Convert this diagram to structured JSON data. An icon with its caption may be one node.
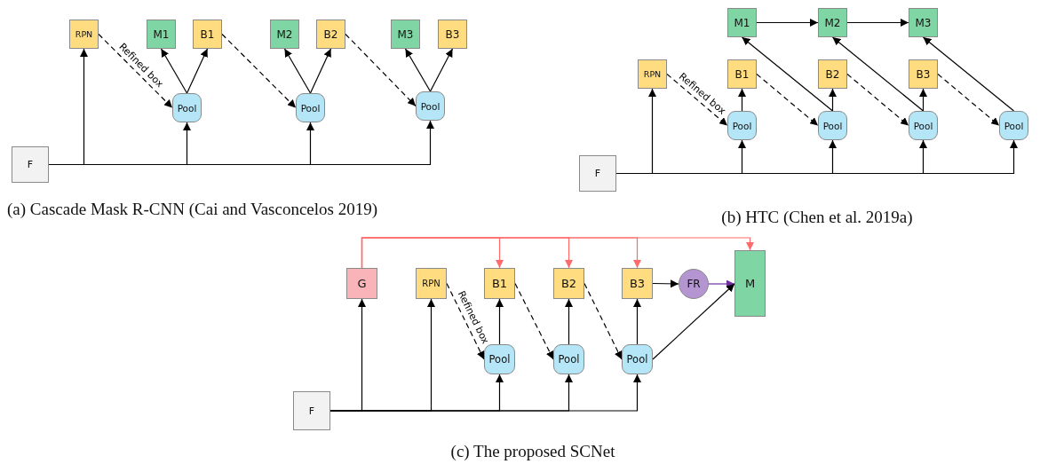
{
  "diagram": {
    "nodes": [
      {
        "text": [
          "RPN"
        ]
      },
      {
        "text": [
          "M1"
        ]
      },
      {
        "text": [
          "B1"
        ]
      },
      {
        "text": [
          "M2"
        ]
      },
      {
        "text": [
          "B2"
        ]
      },
      {
        "text": [
          "M3"
        ]
      },
      {
        "text": [
          "B3"
        ]
      },
      {
        "text": [
          "Pool"
        ]
      },
      {
        "text": [
          "Pool"
        ]
      },
      {
        "text": [
          "Pool"
        ]
      },
      {
        "text": [
          "F"
        ]
      },
      {
        "text": [
          "M1"
        ]
      },
      {
        "text": [
          "M2"
        ]
      },
      {
        "text": [
          "M3"
        ]
      },
      {
        "text": [
          "RPN"
        ]
      },
      {
        "text": [
          "B1"
        ]
      },
      {
        "text": [
          "B2"
        ]
      },
      {
        "text": [
          "B3"
        ]
      },
      {
        "text": [
          "Pool"
        ]
      },
      {
        "text": [
          "Pool"
        ]
      },
      {
        "text": [
          "Pool"
        ]
      },
      {
        "text": [
          "Pool"
        ]
      },
      {
        "text": [
          "F"
        ]
      },
      {
        "text": [
          "G"
        ]
      },
      {
        "text": [
          "RPN"
        ]
      },
      {
        "text": [
          "B1"
        ]
      },
      {
        "text": [
          "B2"
        ]
      },
      {
        "text": [
          "B3"
        ]
      },
      {
        "text": [
          "FR"
        ]
      },
      {
        "text": [
          "M"
        ]
      },
      {
        "text": [
          "Pool"
        ]
      },
      {
        "text": [
          "Pool"
        ]
      },
      {
        "text": [
          "Pool"
        ]
      },
      {
        "text": [
          "F"
        ]
      }
    ],
    "edges": [
      {
        "from": 10,
        "to": 0,
        "arrow": "to"
      },
      {
        "from": 10,
        "to": 7,
        "arrow": "to"
      },
      {
        "from": 10,
        "to": 8,
        "arrow": "to"
      },
      {
        "from": 10,
        "to": 9,
        "arrow": "to"
      },
      {
        "from": 0,
        "to": 7,
        "arrow": "to",
        "style": "dashed",
        "label": "Refined box"
      },
      {
        "from": 7,
        "to": 1,
        "arrow": "to"
      },
      {
        "from": 7,
        "to": 2,
        "arrow": "to"
      },
      {
        "from": 2,
        "to": 8,
        "arrow": "to",
        "style": "dashed"
      },
      {
        "from": 8,
        "to": 3,
        "arrow": "to"
      },
      {
        "from": 8,
        "to": 4,
        "arrow": "to"
      },
      {
        "from": 4,
        "to": 9,
        "arrow": "to",
        "style": "dashed"
      },
      {
        "from": 9,
        "to": 5,
        "arrow": "to"
      },
      {
        "from": 9,
        "to": 6,
        "arrow": "to"
      },
      {
        "from": 22,
        "to": 14,
        "arrow": "to"
      },
      {
        "from": 22,
        "to": 18,
        "arrow": "to"
      },
      {
        "from": 22,
        "to": 19,
        "arrow": "to"
      },
      {
        "from": 22,
        "to": 20,
        "arrow": "to"
      },
      {
        "from": 22,
        "to": 21,
        "arrow": "to"
      },
      {
        "from": 14,
        "to": 18,
        "arrow": "to",
        "style": "dashed",
        "label": "Refined box"
      },
      {
        "from": 18,
        "to": 15,
        "arrow": "to"
      },
      {
        "from": 15,
        "to": 19,
        "arrow": "to",
        "style": "dashed"
      },
      {
        "from": 19,
        "to": 11,
        "arrow": "to"
      },
      {
        "from": 19,
        "to": 16,
        "arrow": "to"
      },
      {
        "from": 16,
        "to": 20,
        "arrow": "to",
        "style": "dashed"
      },
      {
        "from": 20,
        "to": 12,
        "arrow": "to"
      },
      {
        "from": 20,
        "to": 17,
        "arrow": "to"
      },
      {
        "from": 17,
        "to": 21,
        "arrow": "to",
        "style": "dashed"
      },
      {
        "from": 21,
        "to": 13,
        "arrow": "to"
      },
      {
        "from": 11,
        "to": 12,
        "arrow": "to"
      },
      {
        "from": 12,
        "to": 13,
        "arrow": "to"
      },
      {
        "from": 33,
        "to": 23,
        "arrow": "to"
      },
      {
        "from": 33,
        "to": 24,
        "arrow": "to"
      },
      {
        "from": 33,
        "to": 30,
        "arrow": "to"
      },
      {
        "from": 33,
        "to": 31,
        "arrow": "to"
      },
      {
        "from": 33,
        "to": 32,
        "arrow": "to"
      },
      {
        "from": 24,
        "to": 30,
        "arrow": "to",
        "style": "dashed",
        "label": "Refined box"
      },
      {
        "from": 30,
        "to": 25,
        "arrow": "to"
      },
      {
        "from": 25,
        "to": 31,
        "arrow": "to",
        "style": "dashed"
      },
      {
        "from": 31,
        "to": 26,
        "arrow": "to"
      },
      {
        "from": 26,
        "to": 32,
        "arrow": "to",
        "style": "dashed"
      },
      {
        "from": 32,
        "to": 27,
        "arrow": "to"
      },
      {
        "from": 27,
        "to": 28,
        "arrow": "to"
      },
      {
        "from": 28,
        "to": 29,
        "arrow": "to",
        "color": "#7030a0"
      },
      {
        "from": 32,
        "to": 29,
        "arrow": "to"
      },
      {
        "from": 23,
        "to": 25,
        "arrow": "to",
        "color": "#ff6b6b"
      },
      {
        "from": 23,
        "to": 26,
        "arrow": "to",
        "color": "#ff6b6b"
      },
      {
        "from": 23,
        "to": 27,
        "arrow": "to",
        "color": "#ff6b6b"
      },
      {
        "from": 23,
        "to": 29,
        "arrow": "to",
        "color": "#ff6b6b"
      }
    ],
    "labels": [
      "(a) Cascade Mask R-CNN (Cai and Vasconcelos 2019)",
      "(b) HTC (Chen et al. 2019a)",
      "(c) The proposed SCNet"
    ]
  }
}
